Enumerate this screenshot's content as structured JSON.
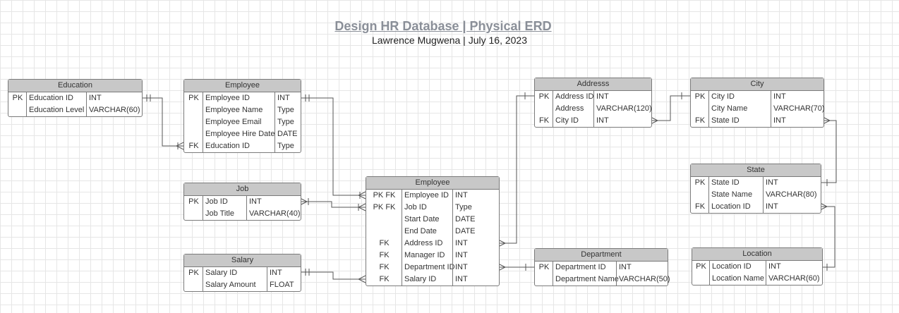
{
  "header": {
    "title": "Design HR Database | Physical ERD",
    "subtitle": "Lawrence Mugwena |  July 16, 2023"
  },
  "entities": {
    "education": {
      "name": "Education",
      "rows": [
        {
          "key": "PK",
          "field": "Education ID",
          "type": "INT"
        },
        {
          "key": "",
          "field": "Education Level",
          "type": "VARCHAR(60)"
        }
      ]
    },
    "employee_main": {
      "name": "Employee",
      "rows": [
        {
          "key": "PK",
          "field": "Employee ID",
          "type": "INT"
        },
        {
          "key": "",
          "field": "Employee Name",
          "type": "Type"
        },
        {
          "key": "",
          "field": "Employee Email",
          "type": "Type"
        },
        {
          "key": "",
          "field": "Employee Hire Date",
          "type": "DATE"
        },
        {
          "key": "FK",
          "field": "Education ID",
          "type": "Type"
        }
      ]
    },
    "job": {
      "name": "Job",
      "rows": [
        {
          "key": "PK",
          "field": "Job ID",
          "type": "INT"
        },
        {
          "key": "",
          "field": "Job Title",
          "type": "VARCHAR(40)"
        }
      ]
    },
    "salary": {
      "name": "Salary",
      "rows": [
        {
          "key": "PK",
          "field": "Salary ID",
          "type": "INT"
        },
        {
          "key": "",
          "field": "Salary Amount",
          "type": "FLOAT"
        }
      ]
    },
    "employee_history": {
      "name": "Employee",
      "rows": [
        {
          "key": "PK FK",
          "field": "Employee ID",
          "type": "INT"
        },
        {
          "key": "PK FK",
          "field": "Job ID",
          "type": "Type"
        },
        {
          "key": "",
          "field": "Start Date",
          "type": "DATE"
        },
        {
          "key": "",
          "field": "End Date",
          "type": "DATE"
        },
        {
          "key": "FK",
          "field": "Address ID",
          "type": "INT"
        },
        {
          "key": "FK",
          "field": "Manager  ID",
          "type": "INT"
        },
        {
          "key": "FK",
          "field": "Department ID",
          "type": "INT"
        },
        {
          "key": "FK",
          "field": "Salary ID",
          "type": "INT"
        }
      ]
    },
    "address": {
      "name": "Addresss",
      "rows": [
        {
          "key": "PK",
          "field": "Address ID",
          "type": "INT"
        },
        {
          "key": "",
          "field": "Address",
          "type": "VARCHAR(120)"
        },
        {
          "key": "FK",
          "field": "City ID",
          "type": "INT"
        }
      ]
    },
    "city": {
      "name": "City",
      "rows": [
        {
          "key": "PK",
          "field": "City ID",
          "type": "INT"
        },
        {
          "key": "",
          "field": "City Name",
          "type": "VARCHAR(70)"
        },
        {
          "key": "FK",
          "field": "State ID",
          "type": "INT"
        }
      ]
    },
    "state": {
      "name": "State",
      "rows": [
        {
          "key": "PK",
          "field": "State ID",
          "type": "INT"
        },
        {
          "key": "",
          "field": "State Name",
          "type": "VARCHAR(80)"
        },
        {
          "key": "FK",
          "field": "Location ID",
          "type": "INT"
        }
      ]
    },
    "department": {
      "name": "Department",
      "rows": [
        {
          "key": "PK",
          "field": "Department ID",
          "type": "INT"
        },
        {
          "key": "",
          "field": "Department Name",
          "type": "VARCHAR(50)"
        }
      ]
    },
    "location": {
      "name": "Location",
      "rows": [
        {
          "key": "PK",
          "field": "Location ID",
          "type": "INT"
        },
        {
          "key": "",
          "field": "Location Name",
          "type": "VARCHAR(60)"
        }
      ]
    }
  },
  "colors": {
    "header_fill": "#c8c8c8",
    "border": "#7a7a7a",
    "connector": "#555555",
    "title": "#8a8f98"
  }
}
